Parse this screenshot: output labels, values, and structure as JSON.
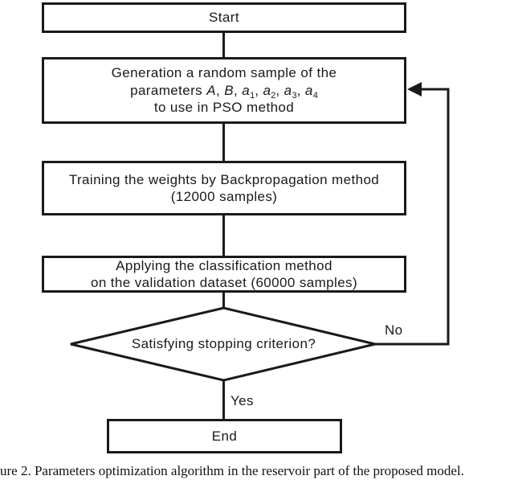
{
  "figure": {
    "background": "#ffffff",
    "line_color": "#1a1a1a",
    "nodes": {
      "start": "Start",
      "generation_line1": "Generation a random sample of the",
      "generation_line2_parts": [
        "parameters ",
        "A",
        ", ",
        "B",
        ", ",
        "a",
        "1",
        ", ",
        "a",
        "2",
        ", ",
        "a",
        "3",
        ", ",
        "a",
        "4"
      ],
      "generation_line3": "to use in PSO method",
      "training_line1": "Training the weights by Backpropagation method",
      "training_line2": "(12000 samples)",
      "classification_line1": "Applying the classification method",
      "classification_line2": "on the validation dataset (60000 samples)",
      "decision": "Satisfying stopping criterion?",
      "end": "End"
    },
    "edge_labels": {
      "no": "No",
      "yes": "Yes"
    }
  },
  "caption": "ure 2. Parameters optimization algorithm in the reservoir part of the proposed model."
}
